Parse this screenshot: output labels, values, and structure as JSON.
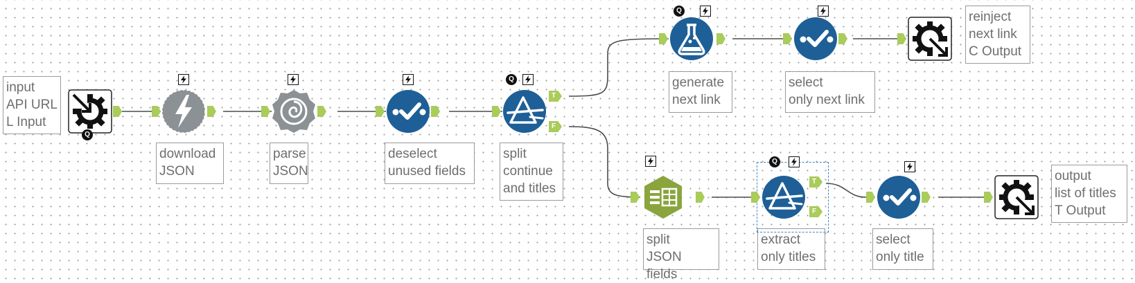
{
  "workflow": {
    "annotations": {
      "input": "input\nAPI URL\nL Input",
      "download": "download\nJSON",
      "parse": "parse\nJSON",
      "deselect": "deselect\nunused fields",
      "split_continue": "split\ncontinue\nand titles",
      "generate_next": "generate\nnext link",
      "select_next": "select\nonly next link",
      "reinject": "reinject\nnext link\nC Output",
      "split_json": "split\nJSON fields",
      "extract_titles": "extract\nonly titles",
      "select_title": "select\nonly title",
      "output": "output\nlist of titles\nT Output"
    },
    "badges": {
      "query": "Q"
    },
    "anchors": {
      "true_label": "T",
      "false_label": "F"
    }
  },
  "colors": {
    "blue_tool": "#1e5f97",
    "grey_tool": "#8b9194",
    "green_tool": "#8aa53d",
    "anchor_green": "#a9cc5a",
    "wire": "#4a4a4a",
    "selection": "#3b86c9"
  },
  "icons": {
    "macro_input": "gear-arrow-in-icon",
    "download": "lightning-bolt-icon",
    "json_parse": "spiral-icon",
    "select": "check-mark-icon",
    "filter": "prism-icon",
    "formula": "flask-icon",
    "text_to_columns": "column-split-icon",
    "macro_output": "gear-arrow-out-icon",
    "badge_bolt": "bolt-badge-icon"
  }
}
